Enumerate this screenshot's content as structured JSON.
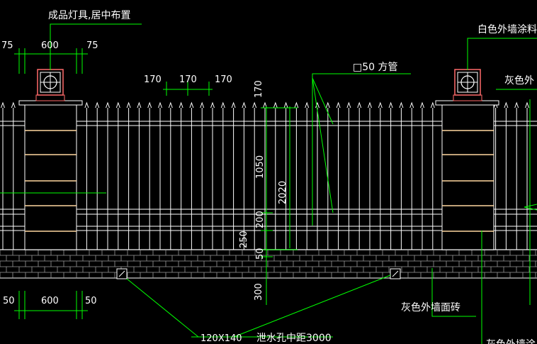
{
  "colors": {
    "background": "#000000",
    "text": "#ffffff",
    "fence_bars": "#ffffff",
    "dimension_lines": "#00ff00",
    "leader_lines": "#00ff00",
    "pillar_bands": "#ffd7a0",
    "lamp": "#ff6a6a",
    "brick": "#9a9a9a"
  },
  "labels": {
    "lamp_note": "成品灯具,居中布置",
    "white_coating": "白色外墙涂料",
    "gray_top": "灰色外",
    "square_tube": "□50 方管",
    "gray_brick": "灰色外墙面砖",
    "drain_size": "120X140",
    "drain_spacing": "泄水孔中距3000",
    "bottom_cut": "灰色外墙涂"
  },
  "dims": {
    "top_left_a": "75",
    "top_left_b": "600",
    "top_left_c": "75",
    "bar_a": "170",
    "bar_b": "170",
    "bar_c": "170",
    "v_170": "170",
    "v_1050": "1050",
    "v_2020": "2020",
    "v_200": "200",
    "v_250": "250",
    "v_50": "50",
    "v_300": "300",
    "bot_left_a": "50",
    "bot_left_b": "600",
    "bot_left_c": "50"
  },
  "icons": {
    "lamp": "lamp-fixture-icon",
    "drain": "drain-hole-icon"
  }
}
